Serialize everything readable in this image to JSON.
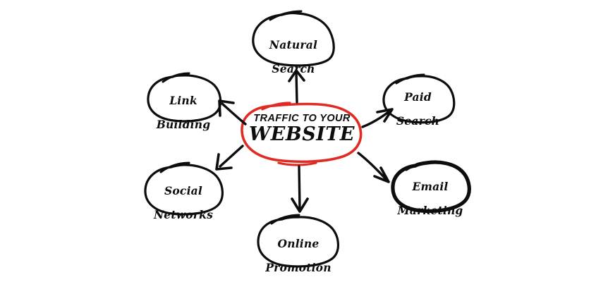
{
  "diagram": {
    "title": "Traffic to your website mind map",
    "type": "hub-and-spoke",
    "background_color": "#ffffff",
    "center": {
      "line1": "TRAFFIC TO YOUR",
      "line2": "WEBSITE",
      "stroke_color": "#e02b24",
      "text_color": "#0d0d0d"
    },
    "nodes": [
      {
        "id": "natural-search",
        "line1": "Natural",
        "line2": "Search",
        "stroke_color": "#0d0d0d",
        "direction": "up"
      },
      {
        "id": "paid-search",
        "line1": "Paid",
        "line2": "Search",
        "stroke_color": "#0d0d0d",
        "direction": "up-right"
      },
      {
        "id": "email-marketing",
        "line1": "Email",
        "line2": "Marketing",
        "stroke_color": "#0d0d0d",
        "direction": "down-right"
      },
      {
        "id": "online-promotion",
        "line1": "Online",
        "line2": "Promotion",
        "stroke_color": "#0d0d0d",
        "direction": "down"
      },
      {
        "id": "social-networks",
        "line1": "Social",
        "line2": "Networks",
        "stroke_color": "#0d0d0d",
        "direction": "down-left"
      },
      {
        "id": "link-building",
        "line1": "Link",
        "line2": "Building",
        "stroke_color": "#0d0d0d",
        "direction": "up-left"
      }
    ]
  }
}
